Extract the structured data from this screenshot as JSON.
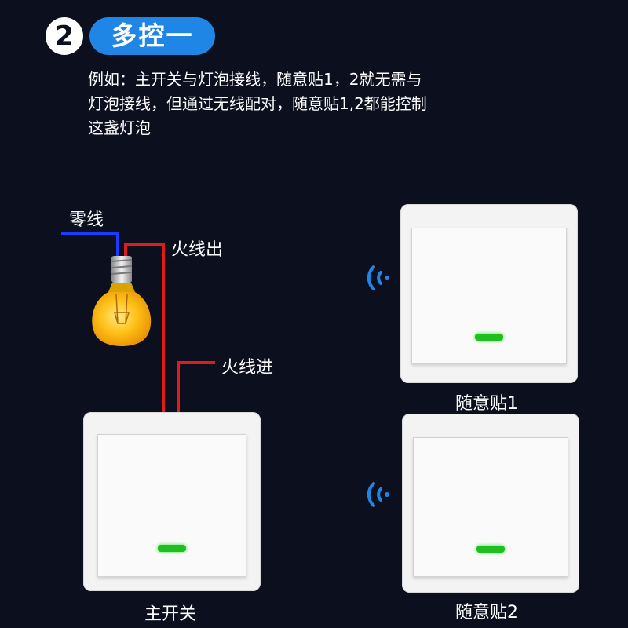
{
  "header": {
    "step_number": "2",
    "title": "多控一"
  },
  "description": {
    "line1": "例如：主开关与灯泡接线，随意贴1，2就无需与",
    "line2": "灯泡接线，但通过无线配对，随意贴1,2都能控制",
    "line3": "这盏灯泡"
  },
  "wiring": {
    "neutral_label": "零线",
    "live_out_label": "火线出",
    "live_in_label": "火线进",
    "neutral_color": "#1a3cff",
    "live_color": "#e11b1b"
  },
  "switches": {
    "main_label": "主开关",
    "remote1_label": "随意贴1",
    "remote2_label": "随意贴2",
    "indicator_color": "#1fbf1f"
  },
  "icons": {
    "bulb": "light-bulb-icon",
    "signal": "wireless-signal-icon"
  }
}
